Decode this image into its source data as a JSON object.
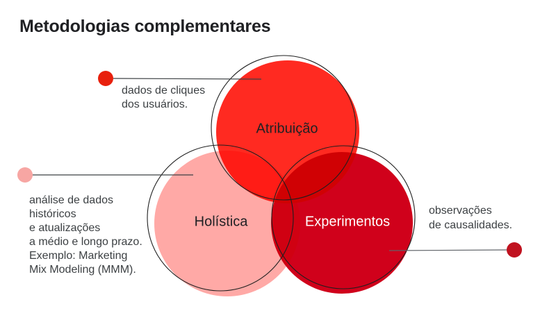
{
  "title": "Metodologias complementares",
  "colors": {
    "background": "#FFFFFF",
    "title_text": "#202124",
    "annotation_text": "#3C4043",
    "outline_stroke": "#1F1F1F",
    "atribuicao_fill": "#FF2A21",
    "holistica_fill": "#FFA9A6",
    "experimentos_fill": "#D0011B",
    "dot_atribuicao": "#E8200D",
    "dot_holistica": "#F7A6A3",
    "dot_experimentos": "#C0121F"
  },
  "diagram": {
    "type": "venn",
    "circles": [
      {
        "id": "atribuicao",
        "label": "Atribuição",
        "fill": "#FF2A21",
        "label_color": "#202124"
      },
      {
        "id": "holistica",
        "label": "Holística",
        "fill": "#FFA9A6",
        "label_color": "#202124"
      },
      {
        "id": "experimentos",
        "label": "Experimentos",
        "fill": "#D0011B",
        "label_color": "#FFFFFF"
      }
    ],
    "annotations": [
      {
        "target": "atribuicao",
        "side": "left",
        "text": "dados de cliques\ndos usuários."
      },
      {
        "target": "holistica",
        "side": "left",
        "text": "análise de dados\nhistóricos\ne atualizações\na médio e longo prazo.\nExemplo: Marketing\nMix Modeling (MMM)."
      },
      {
        "target": "experimentos",
        "side": "right",
        "text": "observações\nde causalidades."
      }
    ]
  }
}
